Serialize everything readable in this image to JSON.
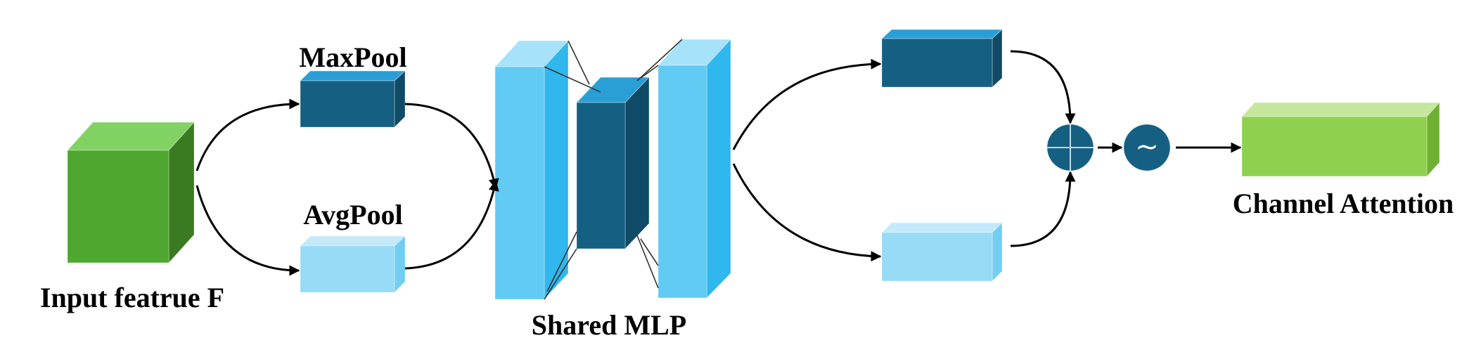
{
  "labels": {
    "input": "Input featrue F",
    "maxpool": "MaxPool",
    "avgpool": "AvgPool",
    "shared_mlp": "Shared MLP",
    "channel_attention": "Channel Attention"
  },
  "operators": {
    "add": "⊕",
    "sigmoid": "~"
  },
  "colors": {
    "input_front": "#4EA72E",
    "input_top": "#82D163",
    "input_side": "#3A7A20",
    "dark_front": "#156082",
    "dark_top": "#2A9FD6",
    "dark_side": "#0F4A66",
    "light_front": "#97DBF6",
    "light_top": "#C4EAFA",
    "light_side": "#72CDF2",
    "mlp_front": "#61CBF4",
    "mlp_top": "#A6E2F9",
    "mlp_side": "#2FB7EE",
    "output_front": "#8FD14F",
    "output_top": "#C4E69D",
    "output_side": "#6FB031",
    "operator_fill": "#156082"
  }
}
